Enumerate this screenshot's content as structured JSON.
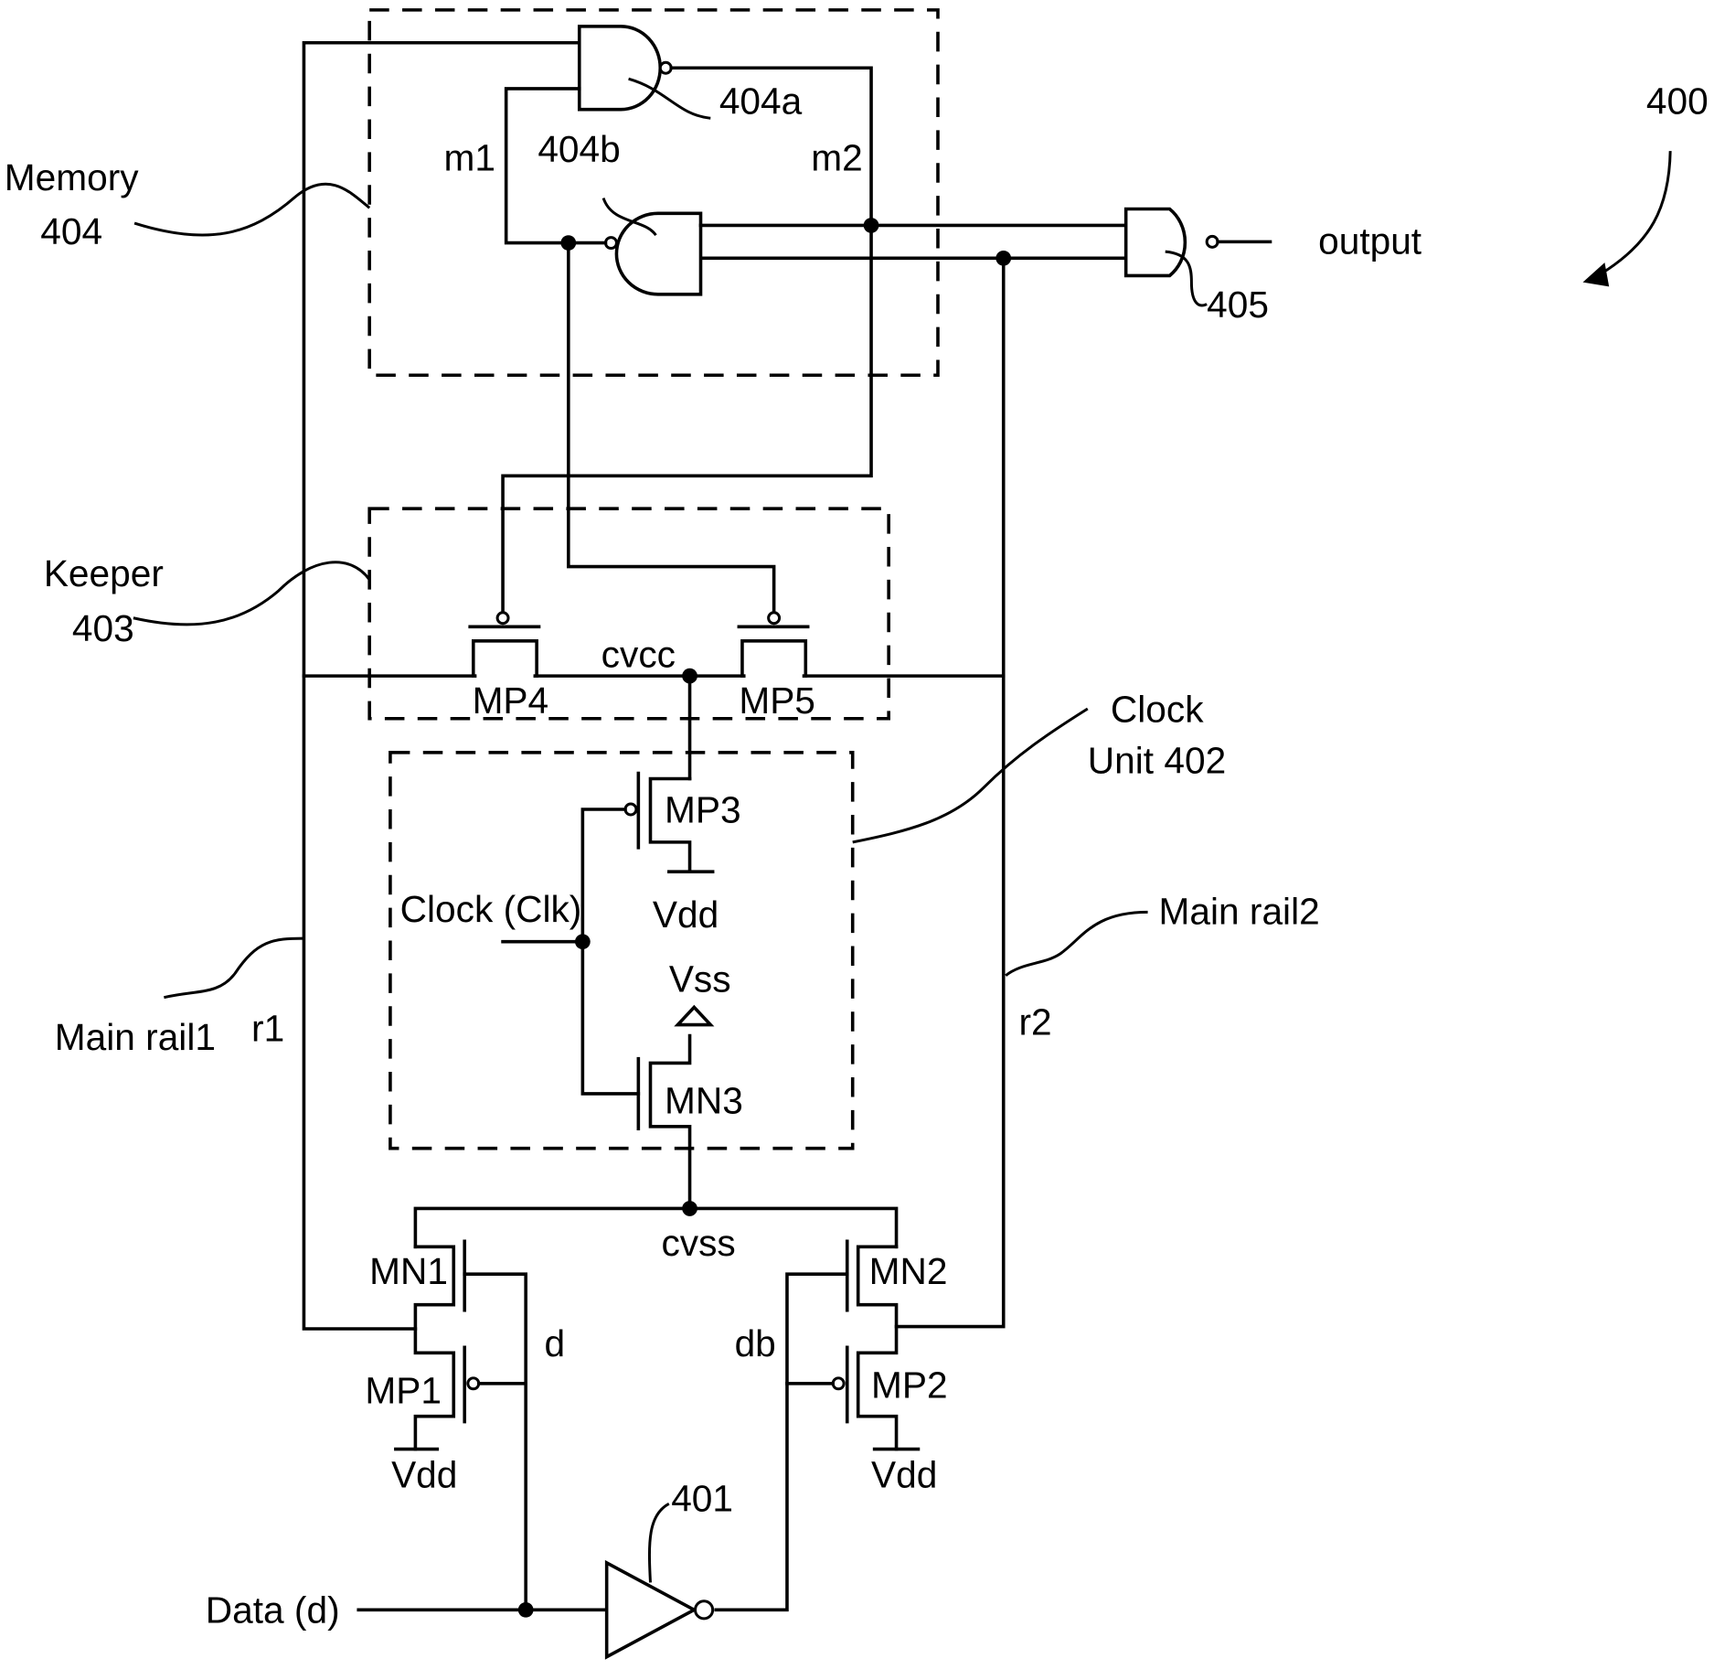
{
  "figure": {
    "reference": "400",
    "blocks": {
      "memory": {
        "name": "Memory",
        "number": "404"
      },
      "keeper": {
        "name": "Keeper",
        "number": "403"
      },
      "clock_unit": {
        "name": "Clock",
        "number": "Unit 402"
      }
    },
    "gates": {
      "nand_a": "404a",
      "nand_b": "404b",
      "out_nand": "405",
      "inverter": "401"
    },
    "nodes": {
      "m1": "m1",
      "m2": "m2",
      "cvcc": "cvcc",
      "cvss": "cvss",
      "d": "d",
      "db": "db",
      "r1": "r1",
      "r2": "r2"
    },
    "rails": {
      "rail1": "Main rail1",
      "rail2": "Main rail2"
    },
    "transistors": {
      "mp4": "MP4",
      "mp5": "MP5",
      "mp3": "MP3",
      "mn3": "MN3",
      "mn1": "MN1",
      "mp1": "MP1",
      "mn2": "MN2",
      "mp2": "MP2"
    },
    "supplies": {
      "vdd": "Vdd",
      "vss": "Vss"
    },
    "signals": {
      "output": "output",
      "clock": "Clock (Clk)",
      "data": "Data (d)"
    }
  }
}
